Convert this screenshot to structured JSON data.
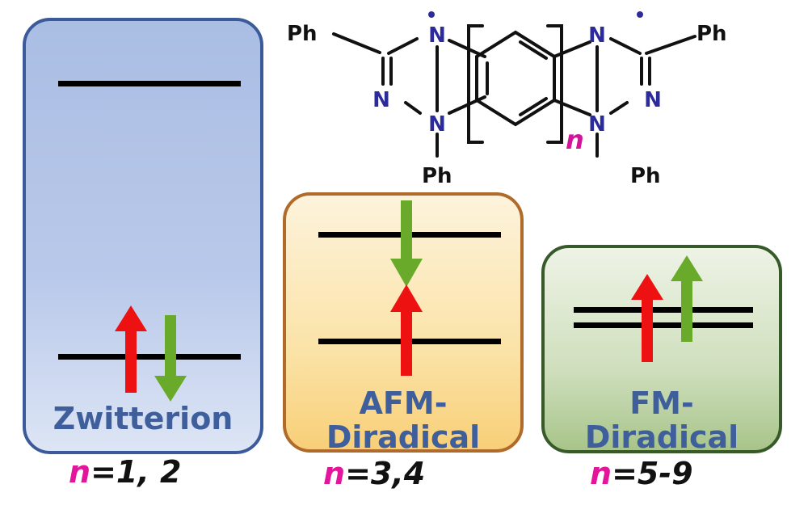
{
  "molecule": {
    "ph_labels": [
      "Ph",
      "Ph",
      "Ph",
      "Ph"
    ],
    "n_atom": "N",
    "repeat_index": "n",
    "colors": {
      "bond": "#111111",
      "nitrogen": "#2b2b9b",
      "index": "#d3139a"
    }
  },
  "panels": [
    {
      "id": "zwitterion",
      "title": "Zwitterion",
      "n_prefix": "n",
      "n_value": "=1, 2",
      "color": "#3a5a9a",
      "electrons": "paired arrows in lower level"
    },
    {
      "id": "afm",
      "title_line1": "AFM-",
      "title_line2": "Diradical",
      "n_prefix": "n",
      "n_value": "=3,4",
      "color": "#b06a2a",
      "electrons": "one up in lower level, one down in upper level"
    },
    {
      "id": "fm",
      "title_line1": "FM-",
      "title_line2": "Diradical",
      "n_prefix": "n",
      "n_value": "=5-9",
      "color": "#375a2a",
      "electrons": "two up arrows in near-degenerate levels"
    }
  ],
  "arrow_colors": {
    "up": "#ee1111",
    "down": "#6aaa2a"
  }
}
